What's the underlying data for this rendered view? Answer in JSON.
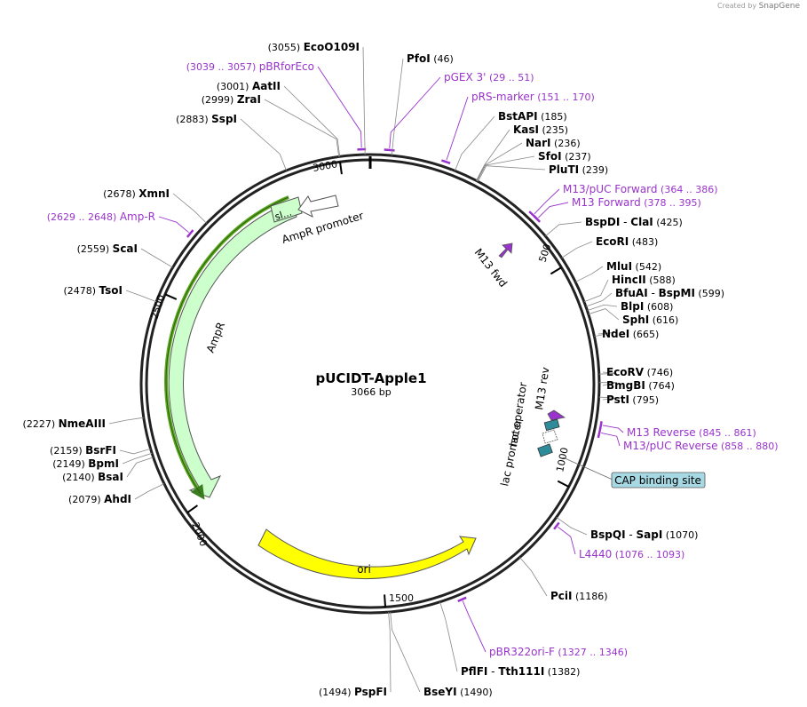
{
  "credit": {
    "prefix": "Created by",
    "brand": "SnapGene"
  },
  "plasmid": {
    "name": "pUCIDT-Apple1",
    "size_label": "3066 bp",
    "length": 3066
  },
  "ticks": [
    {
      "pos": 500,
      "label": "500"
    },
    {
      "pos": 1000,
      "label": "1000"
    },
    {
      "pos": 1500,
      "label": "1500"
    },
    {
      "pos": 2000,
      "label": "2000"
    },
    {
      "pos": 2500,
      "label": "2500"
    },
    {
      "pos": 3000,
      "label": "3000"
    }
  ],
  "enzymes": [
    {
      "name": "EcoO109I",
      "pos": "(3055)",
      "site": 3055
    },
    {
      "name": "AatII",
      "pos": "(3001)",
      "site": 3001
    },
    {
      "name": "ZraI",
      "pos": "(2999)",
      "site": 2999
    },
    {
      "name": "SspI",
      "pos": "(2883)",
      "site": 2883
    },
    {
      "name": "XmnI",
      "pos": "(2678)",
      "site": 2678
    },
    {
      "name": "ScaI",
      "pos": "(2559)",
      "site": 2559
    },
    {
      "name": "TsoI",
      "pos": "(2478)",
      "site": 2478
    },
    {
      "name": "NmeAIII",
      "pos": "(2227)",
      "site": 2227
    },
    {
      "name": "BsrFI",
      "pos": "(2159)",
      "site": 2159
    },
    {
      "name": "BpmI",
      "pos": "(2149)",
      "site": 2149
    },
    {
      "name": "BsaI",
      "pos": "(2140)",
      "site": 2140
    },
    {
      "name": "AhdI",
      "pos": "(2079)",
      "site": 2079
    },
    {
      "name": "PspFI",
      "pos": "(1494)",
      "site": 1494
    },
    {
      "name": "BseYI",
      "pos": "(1490)",
      "site": 1490
    },
    {
      "name": "PflFI",
      "name2": "Tth111I",
      "pos": "(1382)",
      "site": 1382
    },
    {
      "name": "PciI",
      "pos": "(1186)",
      "site": 1186
    },
    {
      "name": "BspQI",
      "name2": "SapI",
      "pos": "(1070)",
      "site": 1070
    },
    {
      "name": "PstI",
      "pos": "(795)",
      "site": 795
    },
    {
      "name": "BmgBI",
      "pos": "(764)",
      "site": 764
    },
    {
      "name": "EcoRV",
      "pos": "(746)",
      "site": 746
    },
    {
      "name": "NdeI",
      "pos": "(665)",
      "site": 665
    },
    {
      "name": "SphI",
      "pos": "(616)",
      "site": 616
    },
    {
      "name": "BlpI",
      "pos": "(608)",
      "site": 608
    },
    {
      "name": "BfuAI",
      "name2": "BspMI",
      "pos": "(599)",
      "site": 599
    },
    {
      "name": "HincII",
      "pos": "(588)",
      "site": 588
    },
    {
      "name": "MluI",
      "pos": "(542)",
      "site": 542
    },
    {
      "name": "EcoRI",
      "pos": "(483)",
      "site": 483
    },
    {
      "name": "BspDI",
      "name2": "ClaI",
      "pos": "(425)",
      "site": 425
    },
    {
      "name": "PluTI",
      "pos": "(239)",
      "site": 239
    },
    {
      "name": "SfoI",
      "pos": "(237)",
      "site": 237
    },
    {
      "name": "NarI",
      "pos": "(236)",
      "site": 236
    },
    {
      "name": "KasI",
      "pos": "(235)",
      "site": 235
    },
    {
      "name": "BstAPI",
      "pos": "(185)",
      "site": 185
    },
    {
      "name": "PfoI",
      "pos": "(46)",
      "site": 46
    }
  ],
  "primers": [
    {
      "name": "pBRforEco",
      "range": "(3039 .. 3057)",
      "start": 3039,
      "end": 3057
    },
    {
      "name": "pGEX 3'",
      "range": "(29 .. 51)",
      "start": 29,
      "end": 51
    },
    {
      "name": "pRS-marker",
      "range": "(151 .. 170)",
      "start": 151,
      "end": 170
    },
    {
      "name": "M13/pUC Forward",
      "range": "(364 .. 386)",
      "start": 364,
      "end": 386
    },
    {
      "name": "M13 Forward",
      "range": "(378 .. 395)",
      "start": 378,
      "end": 395
    },
    {
      "name": "M13 Reverse",
      "range": "(845 .. 861)",
      "start": 845,
      "end": 861
    },
    {
      "name": "M13/pUC Reverse",
      "range": "(858 .. 880)",
      "start": 858,
      "end": 880
    },
    {
      "name": "L4440",
      "range": "(1076 .. 1093)",
      "start": 1076,
      "end": 1093
    },
    {
      "name": "pBR322ori-F",
      "range": "(1327 .. 1346)",
      "start": 1327,
      "end": 1346
    },
    {
      "name": "Amp-R",
      "range": "(2629 .. 2648)",
      "start": 2629,
      "end": 2648
    }
  ],
  "features": [
    {
      "name": "AmpR",
      "color": "#ccffcc"
    },
    {
      "name": "AmpR promoter",
      "color": "#ffffff"
    },
    {
      "name": "sl...",
      "color": "#ccffcc"
    },
    {
      "name": "ori",
      "color": "#ffff00"
    },
    {
      "name": "M13 fwd",
      "color": "#9933cc"
    },
    {
      "name": "M13 rev",
      "color": "#9933cc"
    },
    {
      "name": "lac operator",
      "color": "#2e8b9a"
    },
    {
      "name": "lac promoter",
      "color": "#ffffff"
    },
    {
      "name": "CAP binding site",
      "color": "#2e8b9a"
    }
  ],
  "colors": {
    "primer": "#9933cc",
    "enzyme": "#000000",
    "backbone": "#222222",
    "misc_box": "#a6d9e3"
  }
}
